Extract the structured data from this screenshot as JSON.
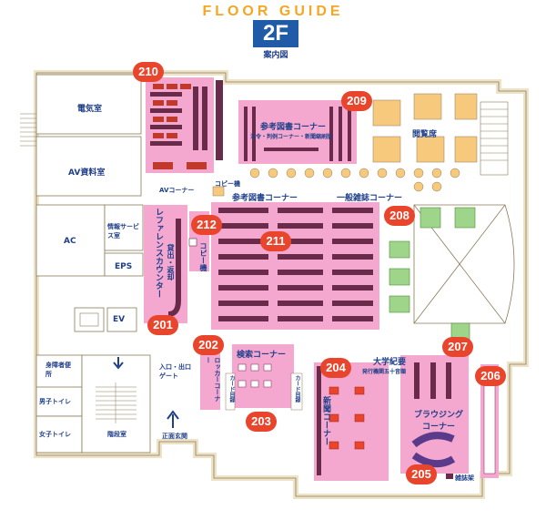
{
  "header": {
    "title": "FLOOR GUIDE",
    "floor": "2F",
    "subtitle": "案内図"
  },
  "rooms": {
    "electrical": "電気室",
    "av_materials": "AV資料室",
    "ac": "AC",
    "info_service": "情報サービス室",
    "eps": "EPS",
    "ev": "EV",
    "accessible_wc": "身障者便所",
    "mens_wc": "男子トイレ",
    "womens_wc": "女子トイレ",
    "stairs": "階段室",
    "gate": "入口・出口ゲート",
    "main_entrance": "正面玄関"
  },
  "areas": {
    "av_corner": "AVコーナー",
    "copier": "コピー機",
    "reference_corner": "参考図書コーナー",
    "law_corner_title": "参考図書コーナー",
    "law_corner_sub": "法令・判例コーナー・新聞縮刷版",
    "reading_seats": "閲覧席",
    "general_magazine": "一般雑誌コーナー",
    "reference_counter": "レファレンスカウンター",
    "lending_return": "貸出・返却",
    "copier_vertical": "コピー機",
    "locker_corner": "ロッカーコーナー",
    "search_corner": "検索コーナー",
    "card_catalog_1": "カード目録",
    "card_catalog_2": "カード目録",
    "newspaper_corner": "新聞コーナー",
    "university_bulletin": "大学紀要",
    "university_bulletin_sub": "発行機関五十音順",
    "browsing_corner": "ブラウジングコーナー",
    "magazine_rack": "雑誌架"
  },
  "markers": [
    "201",
    "202",
    "203",
    "204",
    "205",
    "206",
    "207",
    "208",
    "209",
    "210",
    "211",
    "212"
  ],
  "colors": {
    "area_pink": "#f4a7cf",
    "badge_red": "#e8452c",
    "wall_beige": "#efe3c7",
    "label_blue": "#1f3f8a",
    "floor_badge": "#1f5ba6",
    "title_orange": "#f5a623"
  }
}
